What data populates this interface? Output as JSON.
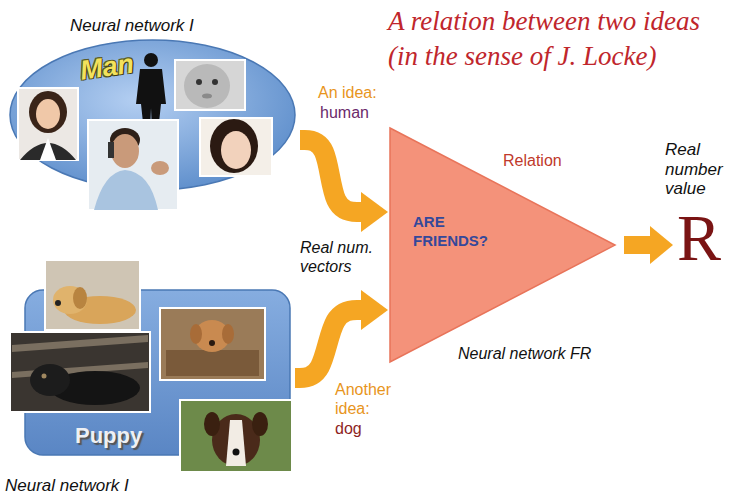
{
  "diagram": {
    "title": "A relation between two ideas (in the sense of J. Locke)",
    "nodes": [
      {
        "text": [
          "Neural network I",
          "Man"
        ]
      },
      {
        "text": [
          "Relation",
          "ARE FRIENDS?",
          "Neural network FR"
        ]
      },
      {
        "text": [
          "Puppy",
          "Neural network I"
        ]
      }
    ],
    "edges": [
      {
        "from": 0,
        "to": 1,
        "label": "An idea:",
        "arrow": "to"
      },
      {
        "from": 2,
        "to": 1,
        "label": "Another idea:",
        "arrow": "to"
      }
    ],
    "labels": [
      "human",
      "Real number value",
      "R",
      "Real num. vectors",
      "dog"
    ]
  }
}
